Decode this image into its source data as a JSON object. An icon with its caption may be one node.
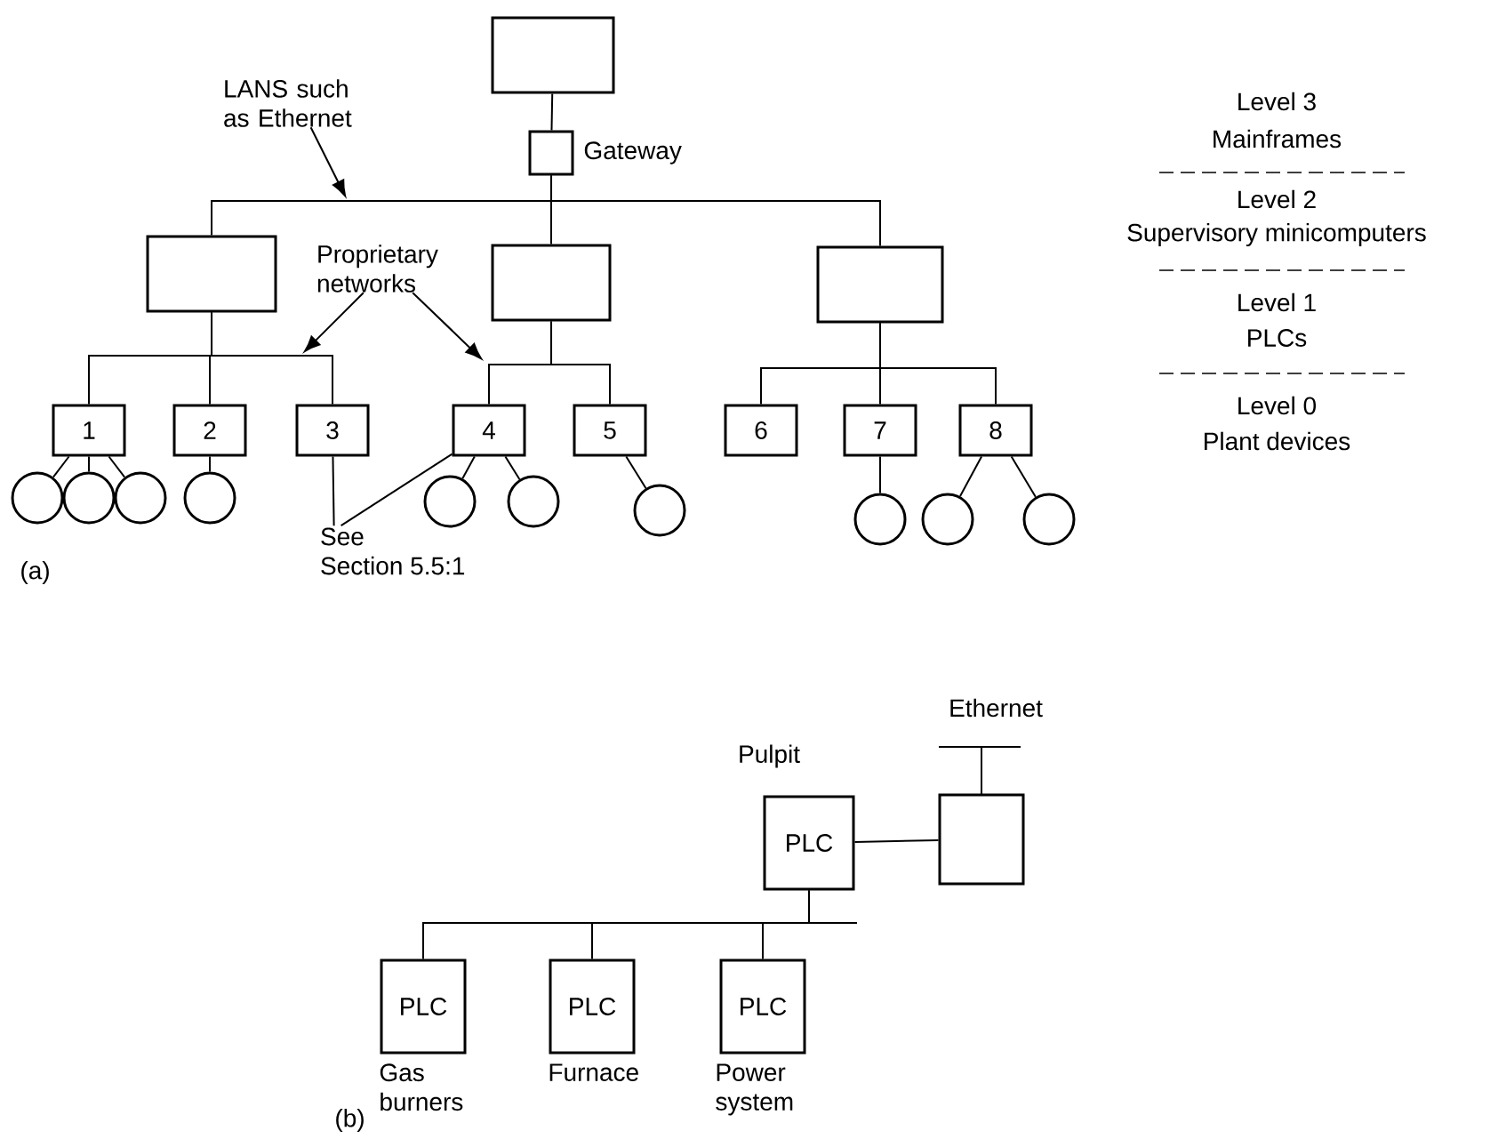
{
  "diagram": {
    "nodes": [
      {
        "text": [],
        "shape": "box"
      },
      {
        "text": [],
        "shape": "box",
        "beside": [
          "Gateway"
        ]
      },
      {
        "text": [],
        "shape": "box"
      },
      {
        "text": [],
        "shape": "box"
      },
      {
        "text": [],
        "shape": "box"
      },
      {
        "text": [
          "1"
        ]
      },
      {
        "text": [
          "2"
        ]
      },
      {
        "text": [
          "3"
        ]
      },
      {
        "text": [
          "4"
        ]
      },
      {
        "text": [
          "5"
        ]
      },
      {
        "text": [
          "6"
        ]
      },
      {
        "text": [
          "7"
        ]
      },
      {
        "text": [
          "8"
        ]
      },
      {
        "text": [],
        "shape": "circle"
      },
      {
        "text": [],
        "shape": "circle"
      },
      {
        "text": [],
        "shape": "circle"
      },
      {
        "text": [],
        "shape": "circle"
      },
      {
        "text": [],
        "shape": "circle"
      },
      {
        "text": [],
        "shape": "circle"
      },
      {
        "text": [],
        "shape": "circle"
      },
      {
        "text": [],
        "shape": "circle"
      },
      {
        "text": [],
        "shape": "circle"
      },
      {
        "text": [],
        "shape": "circle"
      },
      {
        "text": [
          "LANS such as Ethernet"
        ]
      },
      {
        "text": [
          "Proprietary networks"
        ]
      },
      {
        "text": [
          "See Section 5.5:1"
        ]
      },
      {
        "text": [
          "PLC"
        ],
        "beside": [
          "Pulpit"
        ]
      },
      {
        "text": [],
        "shape": "box"
      },
      {
        "text": [
          "PLC"
        ],
        "beside": [
          "Gas burners"
        ]
      },
      {
        "text": [
          "PLC"
        ],
        "beside": [
          "Furnace"
        ]
      },
      {
        "text": [
          "PLC"
        ],
        "beside": [
          "Power system"
        ]
      }
    ],
    "edges": [
      {
        "from": 0,
        "to": 1,
        "arrow": "none"
      },
      {
        "from": 1,
        "to": 2,
        "arrow": "none"
      },
      {
        "from": 1,
        "to": 3,
        "arrow": "none"
      },
      {
        "from": 1,
        "to": 4,
        "arrow": "none"
      },
      {
        "from": 2,
        "to": 5,
        "arrow": "none"
      },
      {
        "from": 2,
        "to": 6,
        "arrow": "none"
      },
      {
        "from": 2,
        "to": 7,
        "arrow": "none"
      },
      {
        "from": 3,
        "to": 8,
        "arrow": "none"
      },
      {
        "from": 3,
        "to": 9,
        "arrow": "none"
      },
      {
        "from": 4,
        "to": 10,
        "arrow": "none"
      },
      {
        "from": 4,
        "to": 11,
        "arrow": "none"
      },
      {
        "from": 4,
        "to": 12,
        "arrow": "none"
      },
      {
        "from": 5,
        "to": 13,
        "arrow": "none"
      },
      {
        "from": 5,
        "to": 14,
        "arrow": "none"
      },
      {
        "from": 5,
        "to": 15,
        "arrow": "none"
      },
      {
        "from": 6,
        "to": 16,
        "arrow": "none"
      },
      {
        "from": 8,
        "to": 17,
        "arrow": "none"
      },
      {
        "from": 8,
        "to": 18,
        "arrow": "none"
      },
      {
        "from": 9,
        "to": 19,
        "arrow": "none"
      },
      {
        "from": 11,
        "to": 20,
        "arrow": "none"
      },
      {
        "from": 12,
        "to": 21,
        "arrow": "none"
      },
      {
        "from": 12,
        "to": 22,
        "arrow": "none"
      },
      {
        "from": 23,
        "to": null,
        "arrow": "to"
      },
      {
        "from": 24,
        "to": null,
        "arrow": "to"
      },
      {
        "from": 24,
        "to": null,
        "arrow": "to"
      },
      {
        "from": 25,
        "to": 7,
        "arrow": "none"
      },
      {
        "from": 25,
        "to": 8,
        "arrow": "none"
      },
      {
        "from": 26,
        "to": 27,
        "arrow": "none"
      },
      {
        "from": 26,
        "to": 28,
        "arrow": "none"
      },
      {
        "from": 26,
        "to": 29,
        "arrow": "none"
      },
      {
        "from": 26,
        "to": 30,
        "arrow": "none"
      }
    ],
    "labels": [
      "Level 3",
      "Mainframes",
      "Level 2",
      "Supervisory minicomputers",
      "Level 1",
      "PLCs",
      "Level 0",
      "Plant devices",
      "(a)",
      "Ethernet",
      "(b)"
    ]
  }
}
